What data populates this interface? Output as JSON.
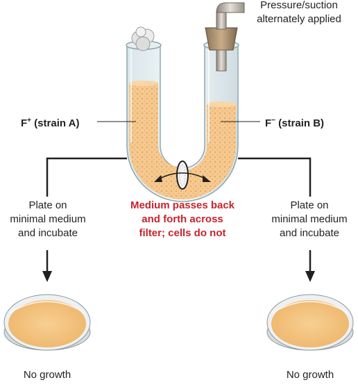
{
  "labels": {
    "pressure_line1": "Pressure/suction",
    "pressure_line2": "alternately applied",
    "strain_a_prefix": "F",
    "strain_a_sup": "+",
    "strain_a_suffix": " (strain A)",
    "strain_b_prefix": "F",
    "strain_b_sup": "−",
    "strain_b_suffix": " (strain B)",
    "left_plate_line1": "Plate on",
    "left_plate_line2": "minimal medium",
    "left_plate_line3": "and incubate",
    "right_plate_line1": "Plate on",
    "right_plate_line2": "minimal medium",
    "right_plate_line3": "and incubate",
    "center_line1": "Medium passes back",
    "center_line2": "and forth across",
    "center_line3": "filter; cells do not",
    "left_result": "No growth",
    "right_result": "No growth"
  },
  "colors": {
    "medium": "#f5c98f",
    "medium_dots": "#e0a460",
    "emphasis_text": "#c8232c",
    "plate_agar": "#f3c47f",
    "line": "#231f20"
  }
}
